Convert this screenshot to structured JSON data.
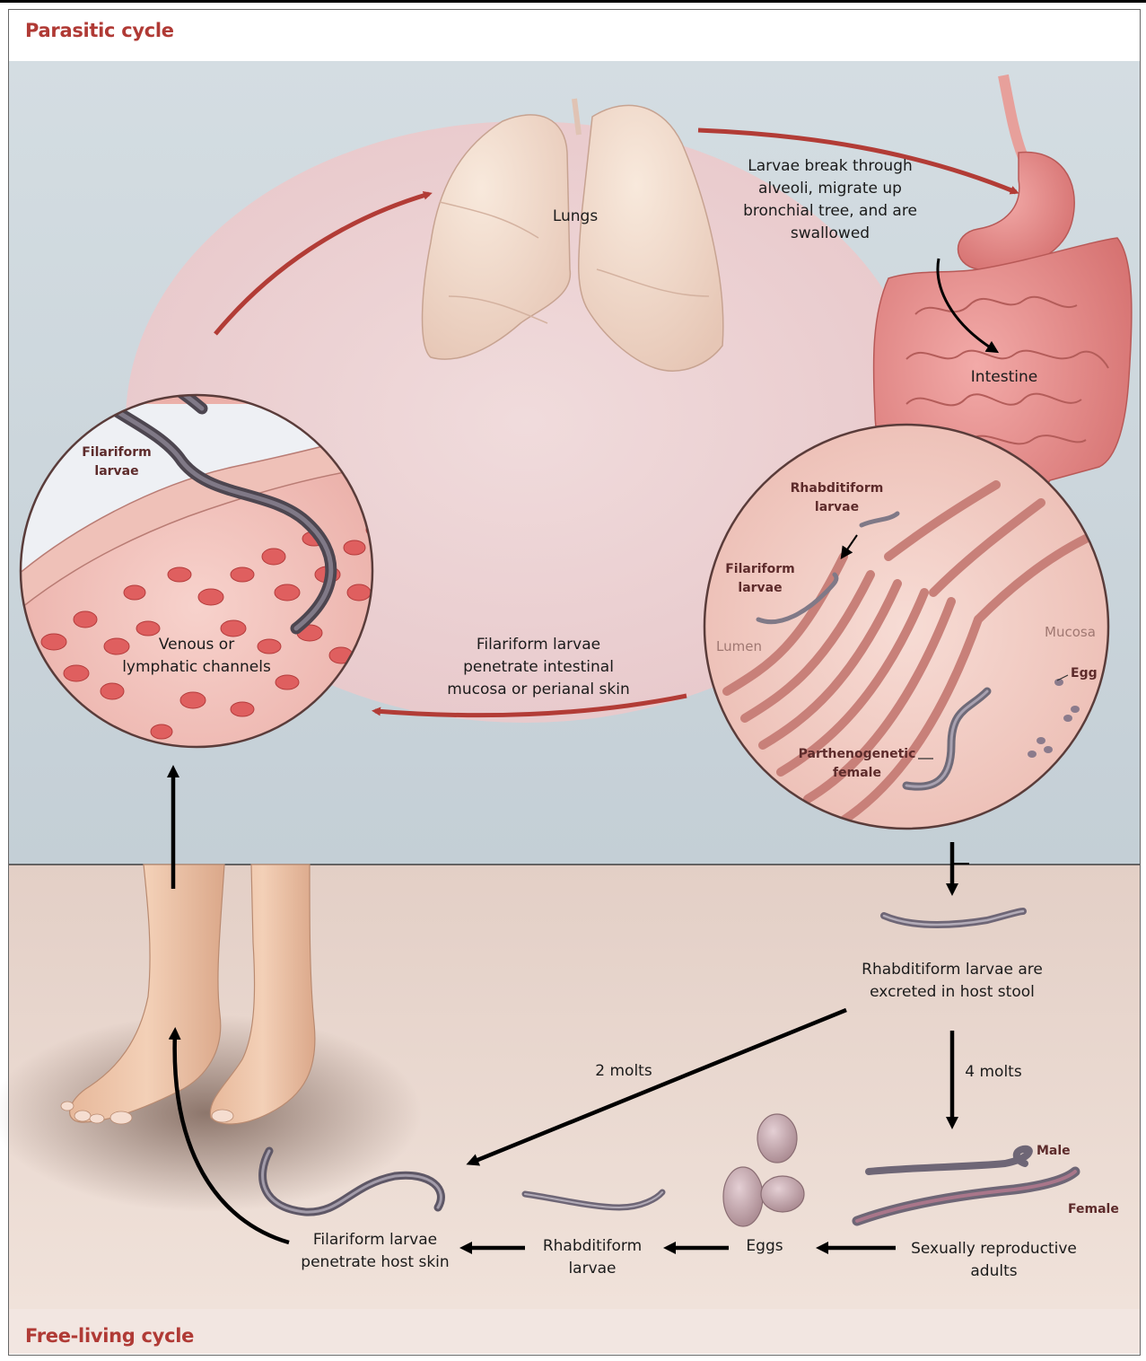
{
  "sections": {
    "parasitic": "Parasitic cycle",
    "free_living": "Free-living cycle"
  },
  "parasitic_labels": {
    "lungs": "Lungs",
    "lungs_to_intestine": [
      "Larvae break through",
      "alveoli, migrate up",
      "bronchial tree, and are",
      "swallowed"
    ],
    "intestine": "Intestine",
    "back_to_blood": [
      "Filariform larvae",
      "penetrate intestinal",
      "mucosa or perianal skin"
    ],
    "venous": [
      "Venous or",
      "lymphatic channels"
    ]
  },
  "inset_left": {
    "filariform": [
      "Filariform",
      "larvae"
    ]
  },
  "inset_right": {
    "rhabditiform": [
      "Rhabditiform",
      "larvae"
    ],
    "filariform": [
      "Filariform",
      "larvae"
    ],
    "lumen": "Lumen",
    "mucosa": "Mucosa",
    "egg": "Egg",
    "female": [
      "Parthenogenetic",
      "female"
    ]
  },
  "free_living_labels": {
    "excreted": [
      "Rhabditiform larvae are",
      "excreted in host stool"
    ],
    "two_molts": "2 molts",
    "four_molts": "4 molts",
    "male": "Male",
    "female": "Female",
    "adults": [
      "Sexually reproductive",
      "adults"
    ],
    "eggs": "Eggs",
    "rhabditiform": [
      "Rhabditiform",
      "larvae"
    ],
    "filariform_penetrate": [
      "Filariform larvae",
      "penetrate host skin"
    ]
  },
  "colors": {
    "accent_red": "#b03a35",
    "parasitic_bg": "#ced8de",
    "free_living_bg": "#ead8d0",
    "cycle_fill": "#efd5d6"
  }
}
